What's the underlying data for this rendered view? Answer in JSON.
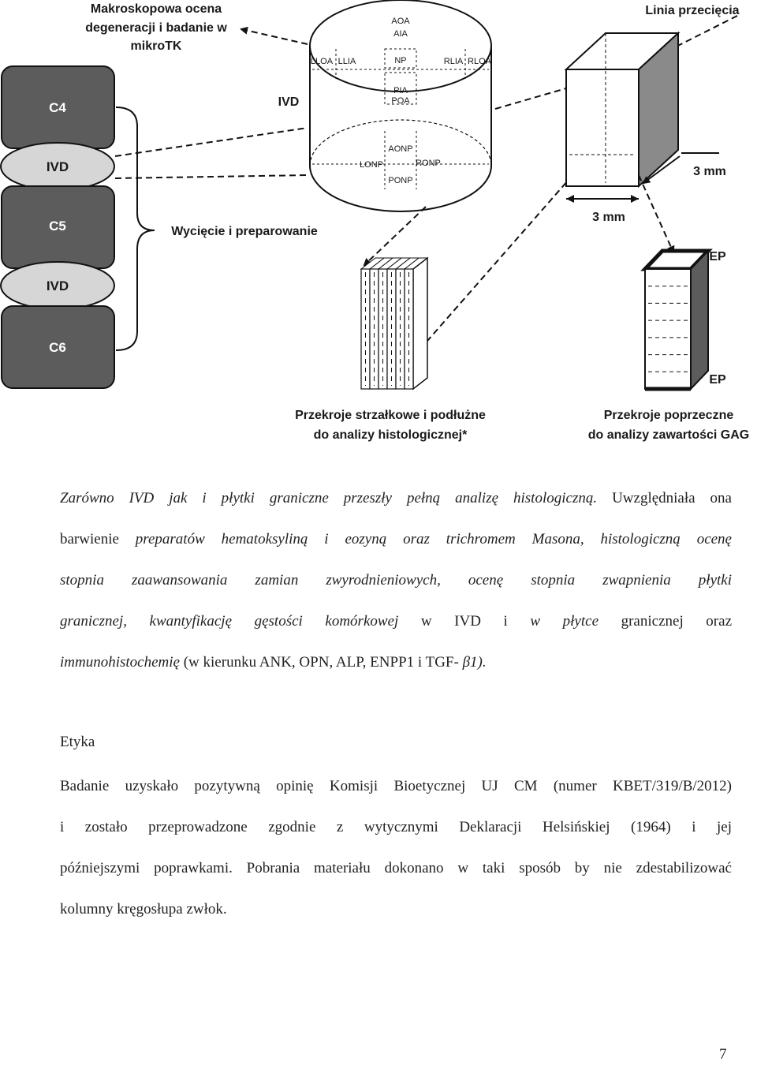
{
  "figure": {
    "top_left_label_lines": [
      "Makroskopowa ocena",
      "degeneracji i badanie w",
      "mikroTK"
    ],
    "top_right_label": "Linia przecięcia",
    "vertebrae": {
      "c4": "C4",
      "ivd1": "IVD",
      "c5": "C5",
      "ivd2": "IVD",
      "c6": "C6"
    },
    "ivd_label": "IVD",
    "wyciecie_label": "Wycięcie i preparowanie",
    "disc_top_zones": {
      "aoa": "AOA",
      "aia": "AIA",
      "lloa": "LLOA",
      "llia": "LLIA",
      "np": "NP",
      "rlia": "RLIA",
      "rloa": "RLOA",
      "pia": "PIA",
      "poa": "POA"
    },
    "disc_bottom_zones": {
      "aonp": "AONP",
      "lonp": "LONP",
      "ronp": "RONP",
      "ponp": "PONP"
    },
    "dim_depth": "3 mm",
    "dim_width": "3 mm",
    "ep_top": "EP",
    "ep_bottom": "EP",
    "caption_left_lines": [
      "Przekroje strzałkowe i podłużne",
      "do analizy histologicznej*"
    ],
    "caption_right_lines": [
      "Przekroje poprzeczne",
      "do analizy zawartości GAG"
    ]
  },
  "paragraph1": {
    "l1a": "Zarówno IVD jak i płytki graniczne przeszły pełną analizę histologiczną.",
    "l1b": " Uwzględniała ona",
    "l2a": "barwienie",
    "l2b": " preparatów hematoksyliną i eozyną oraz trichromem Masona, histologiczną ocenę",
    "l3": "stopnia zaawansowania zamian zwyrodnieniowych, ocenę stopnia zwapnienia płytki",
    "l4a": "granicznej, kwantyfikację gęstości komórkowej",
    "l4b": " w IVD i ",
    "l4c": "w płytce",
    "l4d": " granicznej oraz",
    "l5a": "immunohistochemię",
    "l5b": " (w kierunku ANK, OPN, ALP, ENPP1 i TGF- ",
    "l5c": "β1)."
  },
  "ethics_heading": "Etyka",
  "paragraph2": {
    "l1": "Badanie uzyskało pozytywną opinię Komisji Bioetycznej UJ CM (numer KBET/319/B/2012)",
    "l2": "i zostało przeprowadzone zgodnie z wytycznymi Deklaracji Helsińskiej (1964) i jej",
    "l3": "późniejszymi poprawkami. Pobrania materiału dokonano w taki sposób by nie zdestabilizować",
    "l4": "kolumny kręgosłupa zwłok."
  },
  "page_number": "7",
  "colors": {
    "vertebra_fill": "#5c5c5c",
    "disc_fill": "#d6d6d6",
    "line": "#111111"
  }
}
